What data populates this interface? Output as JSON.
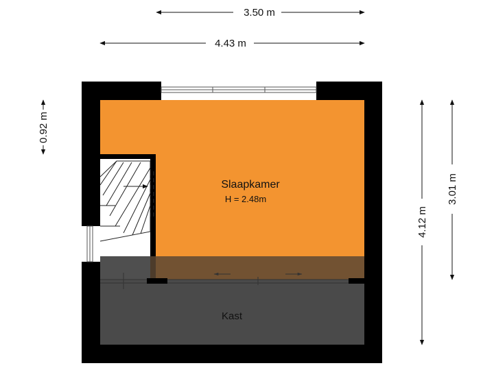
{
  "dimensions": {
    "top_inner": "3.50 m",
    "top_outer": "4.43 m",
    "left_small": "0.92 m",
    "right_total": "4.12 m",
    "right_partial": "3.01 m"
  },
  "rooms": {
    "bedroom": {
      "name": "Slaapkamer",
      "height": "H = 2.48m"
    },
    "closet": {
      "name": "Kast"
    }
  },
  "colors": {
    "wall": "#000000",
    "bedroom_fill": "#f39430",
    "closet_fill": "#4a4a4a",
    "dimension_line": "#111111"
  }
}
